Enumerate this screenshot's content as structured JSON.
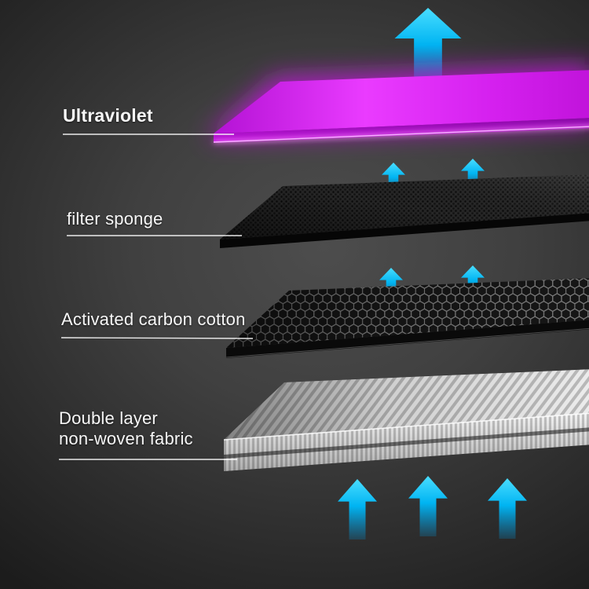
{
  "diagram": {
    "layers": [
      {
        "id": "ultraviolet",
        "label": "Ultraviolet"
      },
      {
        "id": "filter-sponge",
        "label": "filter sponge"
      },
      {
        "id": "activated-carbon-cotton",
        "label": "Activated carbon cotton"
      },
      {
        "id": "double-layer-non-woven-fabric",
        "label_line1": "Double layer",
        "label_line2": "non-woven fabric"
      }
    ],
    "colors": {
      "arrow_cyan": "#00b4f2",
      "ultraviolet_magenta": "#d916f0",
      "label_text": "#f7f7f7",
      "background_center": "#4d4d4d",
      "background_edge": "#1c1c1c"
    },
    "icons": {
      "airflow": "up-arrow-icon"
    }
  }
}
